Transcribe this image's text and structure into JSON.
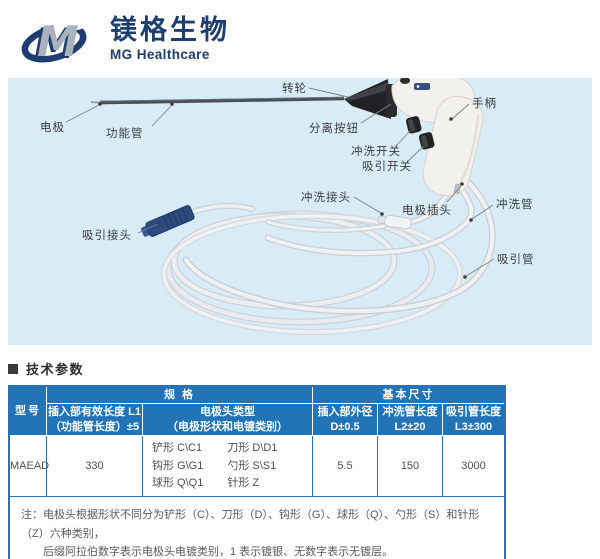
{
  "brand": {
    "name_cn": "镁格生物",
    "name_en": "MG Healthcare",
    "navy": "#1d3e6e"
  },
  "diagram": {
    "bg_color": "#d8ecf8",
    "labels": [
      {
        "id": "electrode",
        "text": "电极"
      },
      {
        "id": "function-tube",
        "text": "功能管"
      },
      {
        "id": "rotary-wheel",
        "text": "转轮"
      },
      {
        "id": "release-button",
        "text": "分离按钮"
      },
      {
        "id": "irrigation-switch",
        "text": "冲洗开关"
      },
      {
        "id": "suction-switch",
        "text": "吸引开关"
      },
      {
        "id": "handle",
        "text": "手柄"
      },
      {
        "id": "irrigation-connector",
        "text": "冲洗接头"
      },
      {
        "id": "electrode-plug",
        "text": "电极插头"
      },
      {
        "id": "irrigation-tube",
        "text": "冲洗管"
      },
      {
        "id": "suction-connector",
        "text": "吸引接头"
      },
      {
        "id": "suction-tube",
        "text": "吸引管"
      }
    ]
  },
  "section": {
    "title": "技术参数"
  },
  "table": {
    "accent_color": "#2274b6",
    "headers": {
      "model": "型号",
      "spec_group": "规 格",
      "size_group": "基本尺寸",
      "l1_line1": "插入部有效长度 L1",
      "l1_line2": "（功能管长度）±5",
      "tip_line1": "电极头类型",
      "tip_line2": "（电极形状和电镀类别）",
      "d_line1": "插入部外径",
      "d_line2": "D±0.5",
      "l2_line1": "冲洗管长度",
      "l2_line2": "L2±20",
      "l3_line1": "吸引管长度",
      "l3_line2": "L3±300"
    },
    "row": {
      "model": "MAEAD",
      "l1": "330",
      "tip_types": [
        "铲形 C\\C1",
        "刀形 D\\D1",
        "钩形 G\\G1",
        "勺形 S\\S1",
        "球形 Q\\Q1",
        "针形 Z"
      ],
      "d": "5.5",
      "l2": "150",
      "l3": "3000"
    },
    "note": {
      "line1": "注：电极头根据形状不同分为铲形（C）、刀形（D）、钩形（G）、球形（Q）、勺形（S）和针形（Z）六种类别，",
      "line2": "后缀阿拉伯数字表示电极头电镀类别，1 表示镀银、无数字表示无镀层。"
    }
  }
}
